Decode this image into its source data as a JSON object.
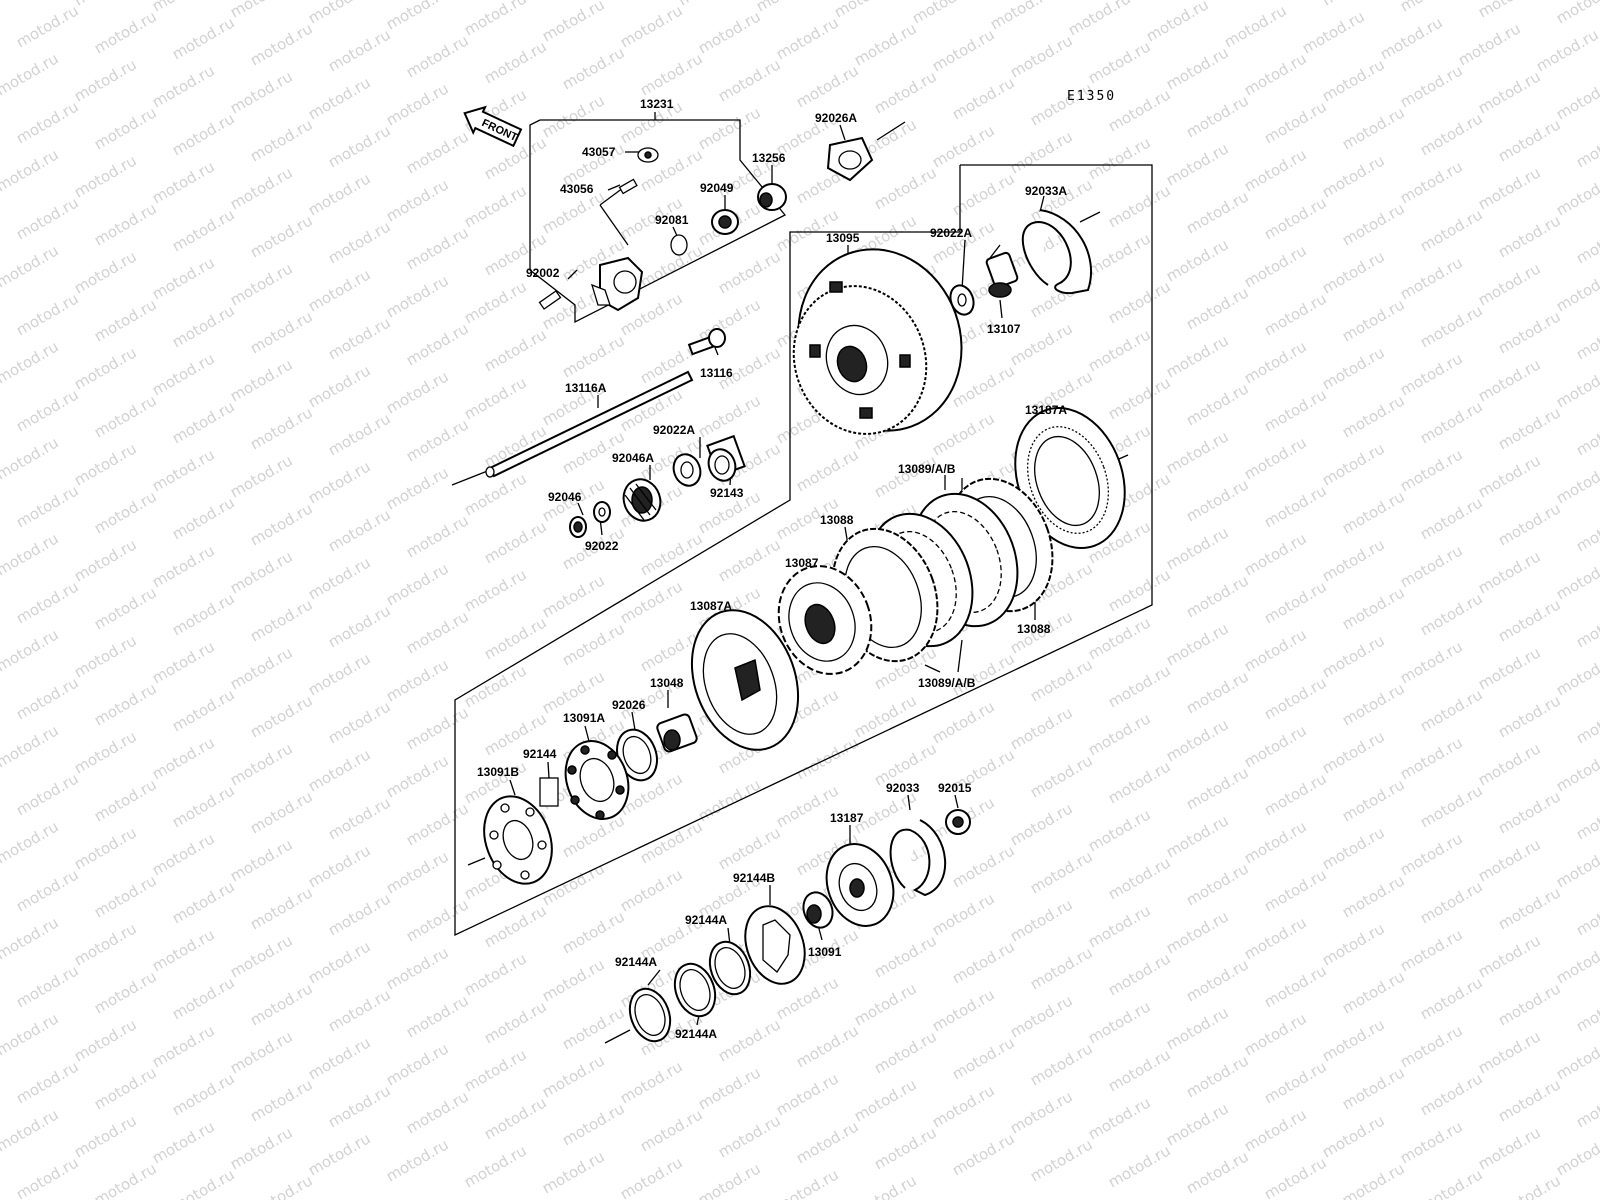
{
  "diagram": {
    "code": "E1350",
    "front_label": "FRONT",
    "watermark": "motod.ru",
    "labels": {
      "p13231": "13231",
      "p43057": "43057",
      "p43056": "43056",
      "p13256": "13256",
      "p92049": "92049",
      "p92081": "92081",
      "p92002": "92002",
      "p92026A": "92026A",
      "p92033A": "92033A",
      "p13095": "13095",
      "p92022A_top": "92022A",
      "p13107": "13107",
      "p13116": "13116",
      "p13116A": "13116A",
      "p92022A_mid": "92022A",
      "p92046A": "92046A",
      "p92143": "92143",
      "p92046": "92046",
      "p92022": "92022",
      "p13187A": "13187A",
      "p13089_top": "13089/A/B",
      "p13088_top": "13088",
      "p13087": "13087",
      "p13088_right": "13088",
      "p13089_bottom": "13089/A/B",
      "p13087A": "13087A",
      "p13048": "13048",
      "p92026": "92026",
      "p13091A": "13091A",
      "p92144": "92144",
      "p13091B": "13091B",
      "p92033": "92033",
      "p92015": "92015",
      "p13187": "13187",
      "p92144B": "92144B",
      "p92144A_1": "92144A",
      "p13091": "13091",
      "p92144A_2": "92144A",
      "p92144A_3": "92144A"
    }
  }
}
